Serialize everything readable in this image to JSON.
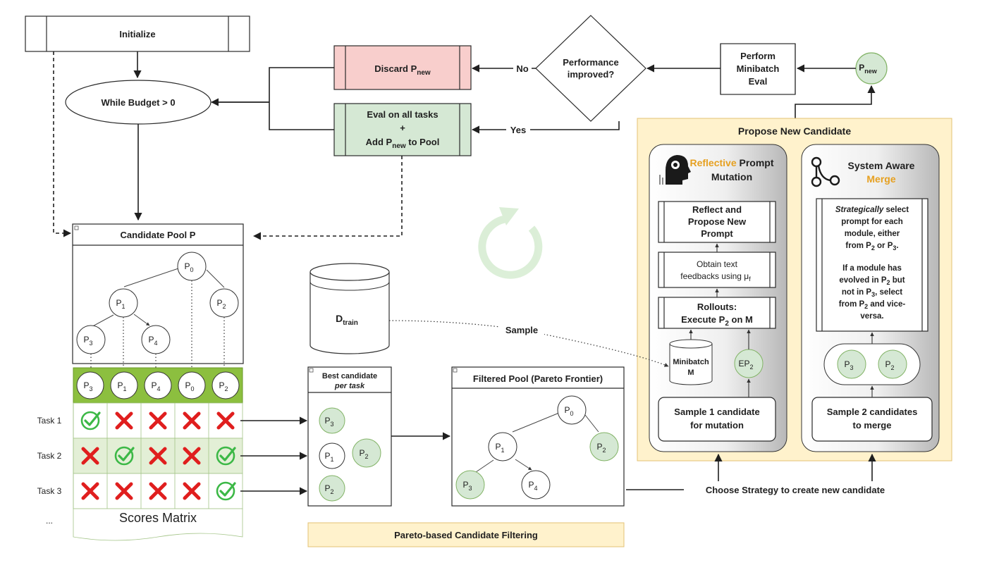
{
  "initialize": "Initialize",
  "while_budget": "While Budget > 0",
  "discard": {
    "text": "Discard P",
    "sub": "new"
  },
  "eval_all": {
    "line1": "Eval on all tasks",
    "line2": "+",
    "line3a": "Add P",
    "line3sub": "new",
    "line3b": " to Pool"
  },
  "performance": {
    "line1": "Performance",
    "line2": "improved?"
  },
  "no_label": "No",
  "yes_label": "Yes",
  "minibatch_eval": {
    "line1": "Perform",
    "line2": "Minibatch",
    "line3": "Eval"
  },
  "pnew_node": {
    "base": "P",
    "sub": "new"
  },
  "propose_title": "Propose New Candidate",
  "reflective": {
    "word1": "Reflective",
    "word2": " Prompt",
    "line2": "Mutation"
  },
  "reflect_box": {
    "line1": "Reflect and",
    "line2": "Propose New",
    "line3": "Prompt"
  },
  "feedback_box": {
    "line1": "Obtain text",
    "line2": "feedbacks using μ",
    "sub": "f"
  },
  "rollouts_box": {
    "line1": "Rollouts:",
    "line2a": "Execute P",
    "line2sub": "2",
    "line2b": " on M"
  },
  "minibatch_db": {
    "line1": "Minibatch",
    "line2": "M"
  },
  "sample1": {
    "line1": "Sample 1 candidate",
    "line2": "for mutation"
  },
  "system_aware": {
    "line1": "System Aware",
    "line2": "Merge"
  },
  "merge_text": {
    "l1a": "Strategically",
    "l1b": " select",
    "l2": "prompt for each",
    "l3": "module, either",
    "l4a": "from P",
    "l4sub1": "2",
    "l4b": " or P",
    "l4sub2": "3",
    "l4c": ".",
    "l5": "If a module has",
    "l6a": "evolved in P",
    "l6sub": "2",
    "l6b": " but",
    "l7a": "not in P",
    "l7sub": "3",
    "l7b": ", select",
    "l8a": "from P",
    "l8sub": "2",
    "l8b": " and vice-",
    "l9": "versa."
  },
  "sample2": {
    "line1": "Sample 2 candidates",
    "line2": "to merge"
  },
  "candidate_pool_title": "Candidate Pool P",
  "scores_matrix": {
    "columns": [
      "3",
      "1",
      "4",
      "0",
      "2"
    ],
    "tasks": [
      "Task 1",
      "Task 2",
      "Task 3"
    ],
    "ellipsis": "...",
    "label": "Scores Matrix",
    "results": [
      [
        true,
        false,
        false,
        false,
        false
      ],
      [
        false,
        true,
        false,
        false,
        true
      ],
      [
        false,
        false,
        false,
        false,
        true
      ]
    ]
  },
  "dtrain": {
    "base": "D",
    "sub": "train"
  },
  "sample_label": "Sample",
  "best_candidate": {
    "line1": "Best candidate",
    "line2": "per task"
  },
  "filtered_pool_title": "Filtered Pool (Pareto Frontier)",
  "pareto_label": "Pareto-based Candidate Filtering",
  "choose_strategy": "Choose Strategy to create new candidate",
  "colors": {
    "red_fill": "#f8cecc",
    "green_fill": "#d5e8d4",
    "header_green": "#8cbf3f",
    "yellow_fill": "#fff2cc",
    "check_green": "#3cb846",
    "cross_red": "#e01e1e",
    "accent_orange": "#e6a020"
  }
}
